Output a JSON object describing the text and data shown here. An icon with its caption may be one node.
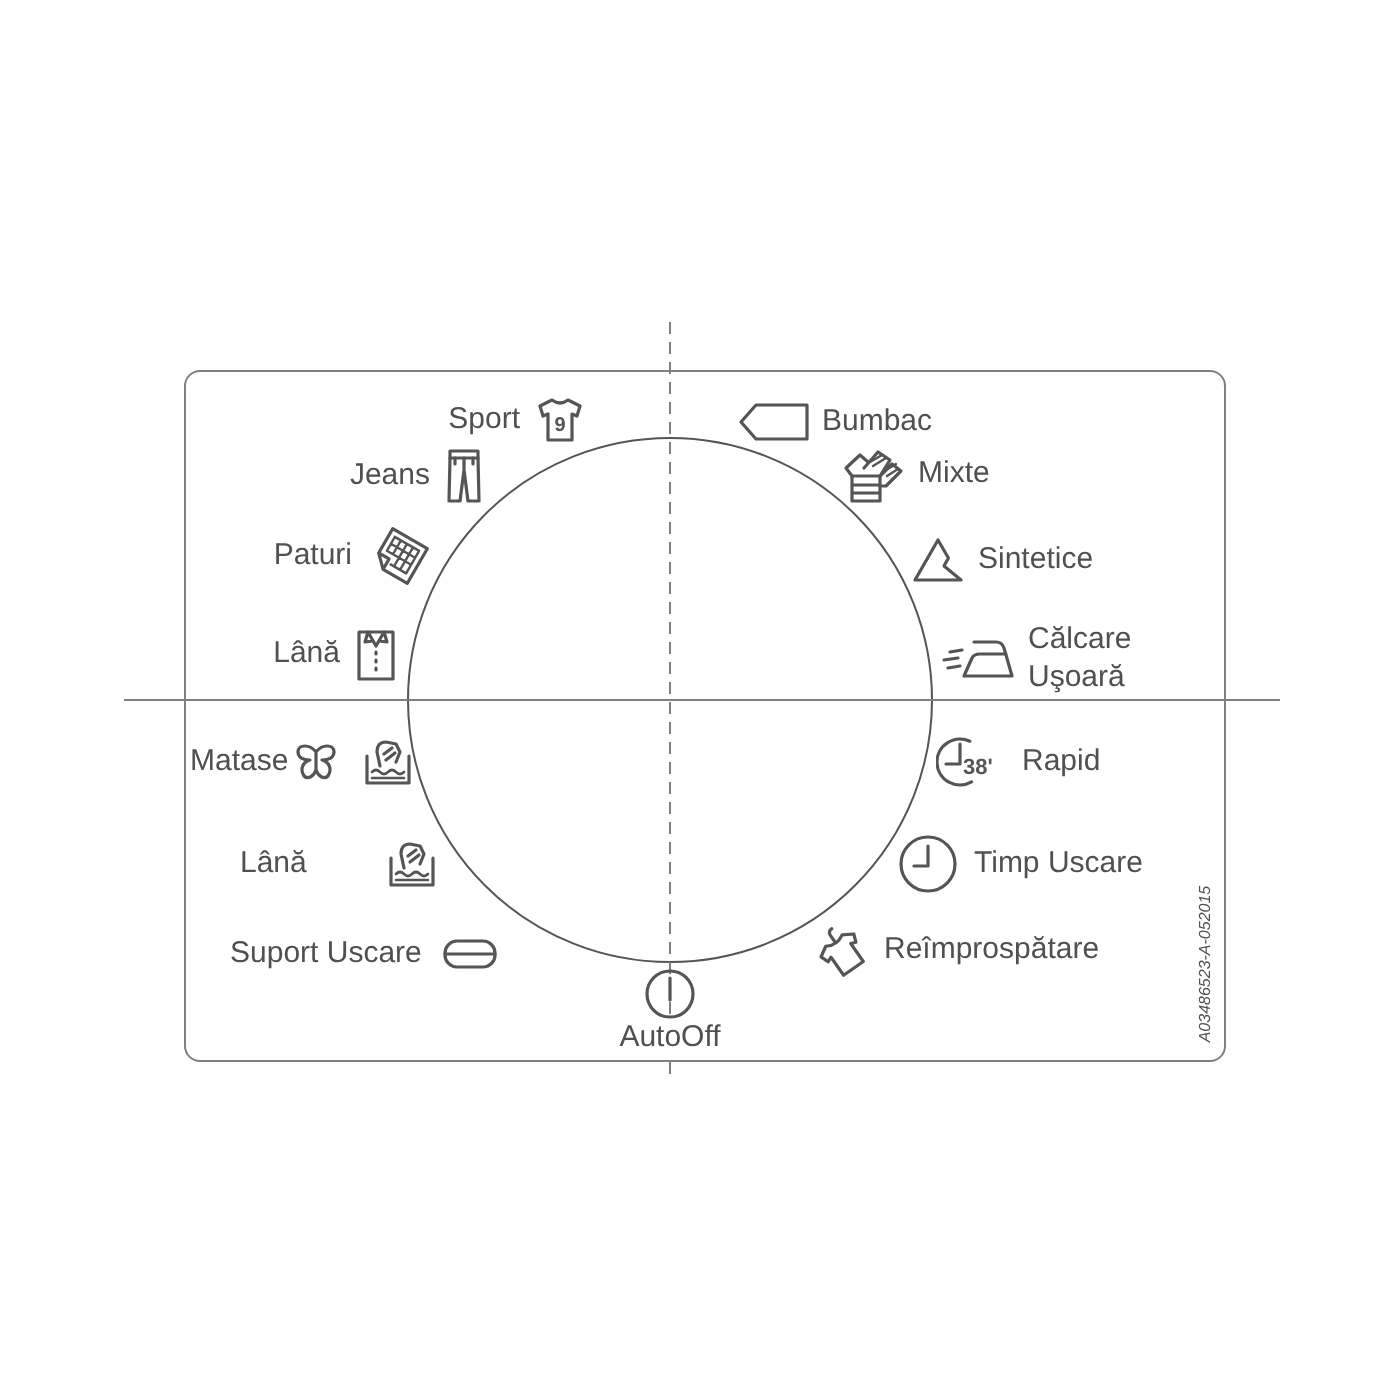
{
  "diagram": {
    "labels": [
      "Sport",
      "9",
      "Bumbac",
      "Jeans",
      "Mixte",
      "Paturi",
      "Sintetice",
      "Lână",
      "Călcare Uşoară",
      "Matase",
      "38'",
      "Rapid",
      "Lână",
      "Timp Uscare",
      "Suport Uscare",
      "Reîmprospătare",
      "AutoOff",
      "A03486523-A-052015"
    ]
  }
}
